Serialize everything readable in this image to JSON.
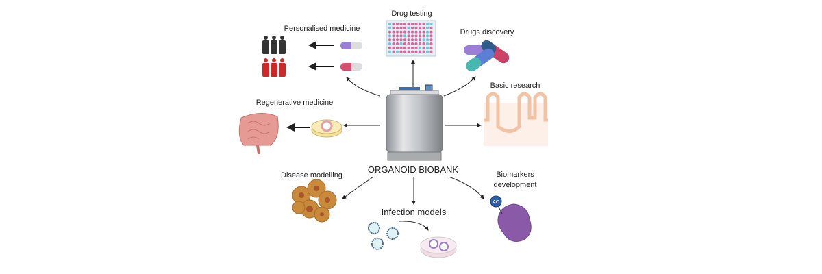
{
  "center": {
    "label": "ORGANOID BIOBANK"
  },
  "applications": {
    "drug_testing": "Drug testing",
    "personalised_medicine": "Personalised medicine",
    "drugs_discovery": "Drugs discovery",
    "basic_research": "Basic research",
    "regenerative_medicine": "Regenerative medicine",
    "disease_modelling": "Disease modelling",
    "infection_models": "Infection models",
    "biomarkers_line1": "Biomarkers",
    "biomarkers_line2": "development",
    "biomarker_tag": "AC"
  },
  "colors": {
    "tank": "#c9cccf",
    "plate_well_pink": "#d8649a",
    "plate_well_blue": "#6cc4e0",
    "pill_purple": "#9b7fd6",
    "pill_red": "#d5506e",
    "people_dark": "#333333",
    "people_red": "#cc2a2a",
    "tumor": "#c98a3c",
    "protein": "#8a5aa8",
    "intestine": "#e69a94"
  }
}
